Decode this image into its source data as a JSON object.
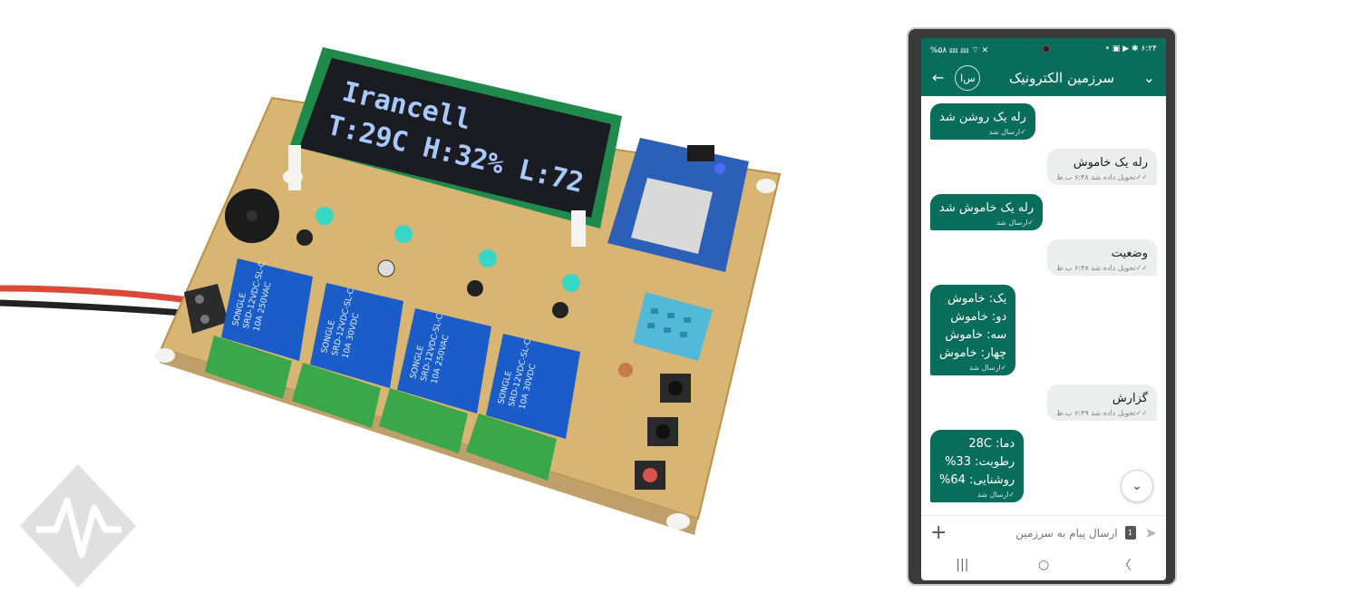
{
  "lcd": {
    "line1": "Irancell",
    "line2": "T:29C H:32% L:72"
  },
  "relays": {
    "brand": "SONGLE",
    "model": "SRD-12VDC-SL-C",
    "rating1": "10A 250VAC",
    "rating2": "10A 30VDC"
  },
  "phone": {
    "status_bar": {
      "left": "%۵۸ ⅏ ⅏ ⌔ ✕",
      "right": "• ▣ ▶ ✱ ۶:۲۴"
    },
    "chat": {
      "title": "سرزمین الکترونیک",
      "avatar": "س‌ا",
      "back_icon": "arrow-left-icon",
      "menu_icon": "chevron-down-icon"
    },
    "messages": [
      {
        "direction": "sent",
        "text": "رله یک روشن شد",
        "meta": "✓ارسال شد"
      },
      {
        "direction": "received",
        "text": "رله یک خاموش",
        "meta": "✓✓تحویل داده شد ۶:۴۸ ب.ظ"
      },
      {
        "direction": "sent",
        "text": "رله یک خاموش شد",
        "meta": "✓ارسال شد"
      },
      {
        "direction": "received",
        "text": "وضعیت",
        "meta": "✓✓تحویل داده شد ۶:۴۸ ب.ظ"
      },
      {
        "direction": "sent",
        "text": "یک: خاموش\nدو: خاموش\nسه: خاموش\nچهار: خاموش",
        "meta": "✓ارسال شد"
      },
      {
        "direction": "received",
        "text": "گزارش",
        "meta": "✓✓تحویل داده شد ۶:۴۹ ب.ظ"
      },
      {
        "direction": "sent",
        "text": "دما: 28C\nرطوبت: 33%\nروشنایی: 64%",
        "meta": "✓ارسال شد"
      }
    ],
    "composer": {
      "placeholder": "ارسال پیام به سرزمین",
      "sim_label": "1"
    },
    "nav": {
      "recents": "|||",
      "home": "○",
      "back": "〈"
    }
  },
  "colors": {
    "whatsapp_green": "#086d5b",
    "pcb": "#d8b572",
    "relay_blue": "#1a5cc8",
    "terminal_green": "#3aa84a",
    "lcd_bg": "#1a1c22",
    "lcd_text": "#a9c8ff"
  }
}
